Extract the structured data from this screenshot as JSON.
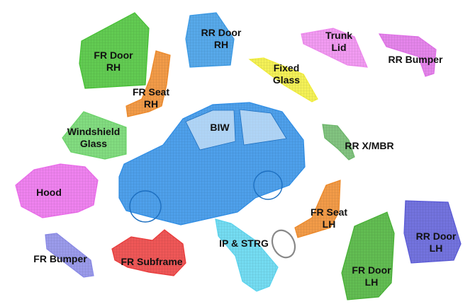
{
  "diagram": {
    "parts": [
      {
        "id": "fr-door-rh",
        "label_line1": "FR Door",
        "label_line2": "RH",
        "color": "#46c234"
      },
      {
        "id": "rr-door-rh",
        "label_line1": "RR Door",
        "label_line2": "RH",
        "color": "#3a9ae6"
      },
      {
        "id": "trunk-lid",
        "label_line1": "Trunk",
        "label_line2": "Lid",
        "color": "#f08af0"
      },
      {
        "id": "rr-bumper",
        "label_line1": "RR Bumper",
        "label_line2": "",
        "color": "#e070e8"
      },
      {
        "id": "fixed-glass",
        "label_line1": "Fixed",
        "label_line2": "Glass",
        "color": "#f2ee3a"
      },
      {
        "id": "fr-seat-rh",
        "label_line1": "FR Seat",
        "label_line2": "RH",
        "color": "#f08a28"
      },
      {
        "id": "windshield-glass",
        "label_line1": "Windshield",
        "label_line2": "Glass",
        "color": "#6cd66a"
      },
      {
        "id": "biw",
        "label_line1": "BIW",
        "label_line2": "",
        "color": "#2f8fe8"
      },
      {
        "id": "rr-x-mbr",
        "label_line1": "RR X/MBR",
        "label_line2": "",
        "color": "#6cb86a"
      },
      {
        "id": "hood",
        "label_line1": "Hood",
        "label_line2": "",
        "color": "#ec6cec"
      },
      {
        "id": "fr-seat-lh",
        "label_line1": "FR Seat",
        "label_line2": "LH",
        "color": "#f08a28"
      },
      {
        "id": "rr-door-lh",
        "label_line1": "RR Door",
        "label_line2": "LH",
        "color": "#5a5ad8"
      },
      {
        "id": "ip-strg",
        "label_line1": "IP & STRG",
        "label_line2": "",
        "color": "#5cd6f0"
      },
      {
        "id": "fr-bumper",
        "label_line1": "FR Bumper",
        "label_line2": "",
        "color": "#8a8ae8"
      },
      {
        "id": "fr-subframe",
        "label_line1": "FR Subframe",
        "label_line2": "",
        "color": "#ec3a3a"
      },
      {
        "id": "fr-door-lh",
        "label_line1": "FR Door",
        "label_line2": "LH",
        "color": "#46b234"
      }
    ]
  }
}
